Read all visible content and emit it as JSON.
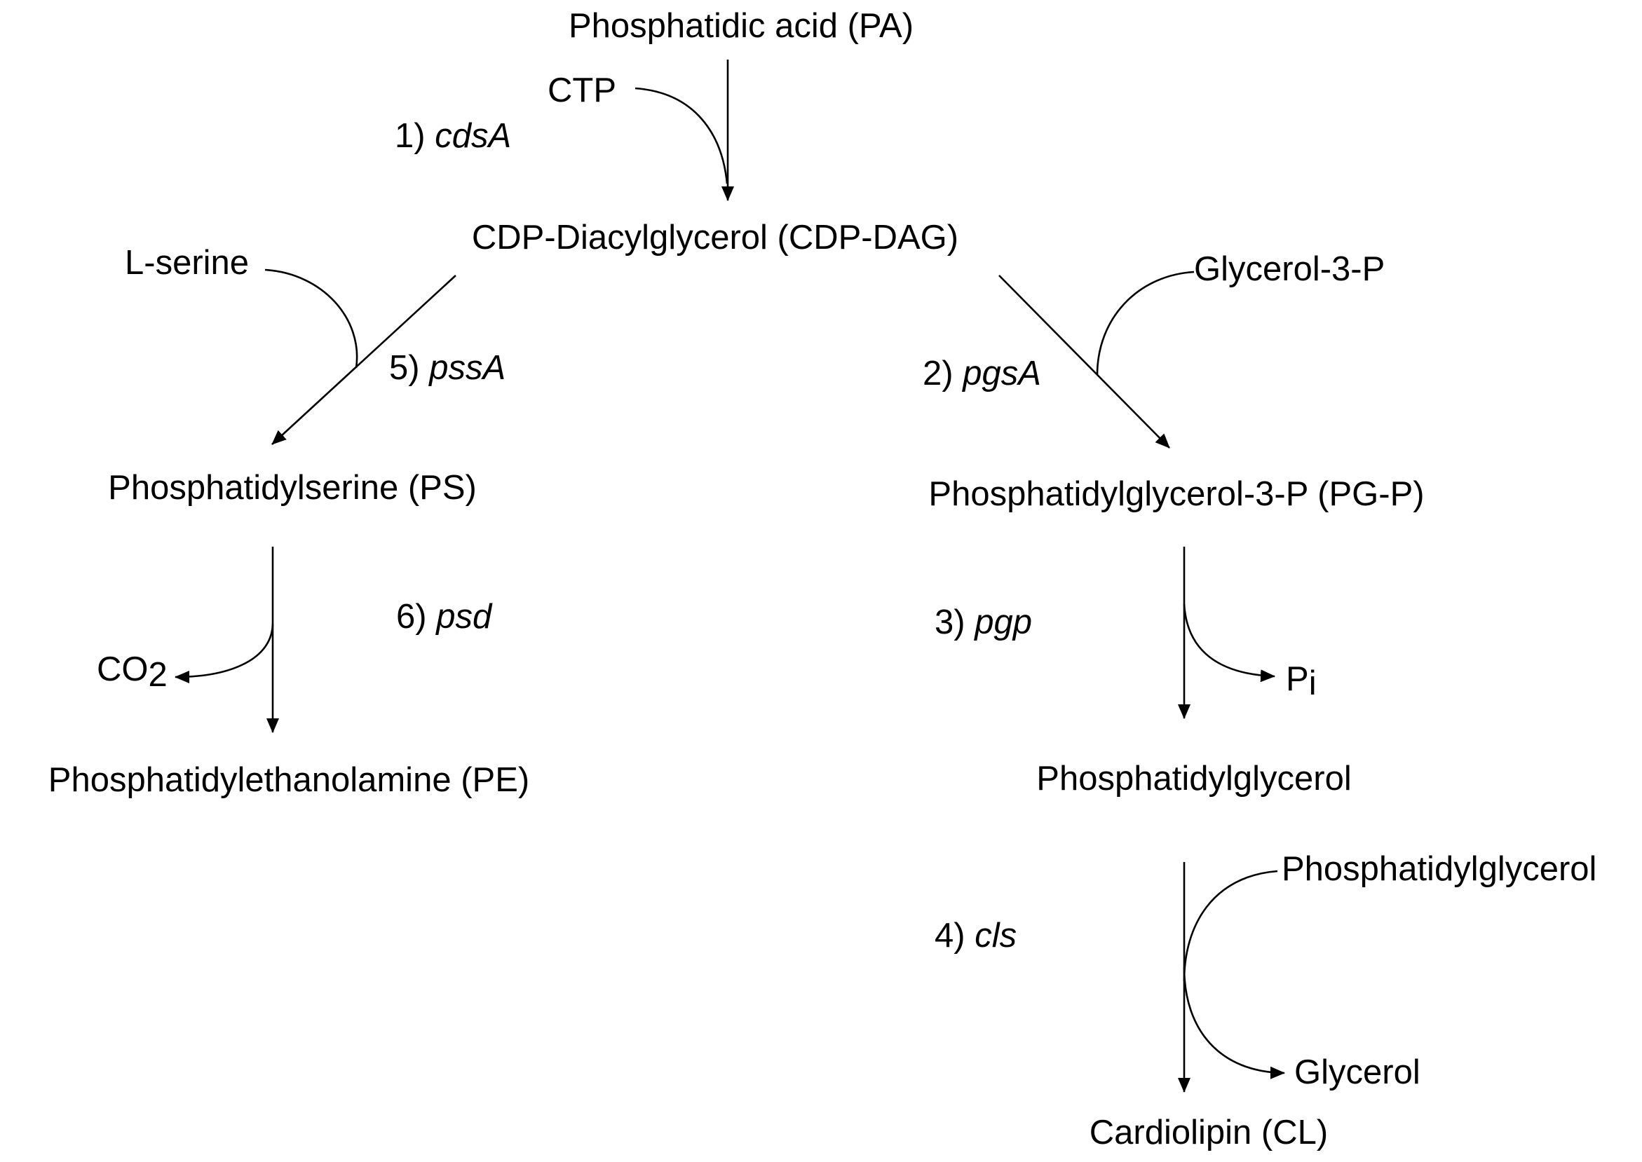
{
  "compounds": {
    "pa": "Phosphatidic acid (PA)",
    "cdp_dag": "CDP-Diacylglycerol (CDP-DAG)",
    "ps": "Phosphatidylserine (PS)",
    "pe": "Phosphatidylethanolamine (PE)",
    "pgp": "Phosphatidylglycerol-3-P (PG-P)",
    "pg": "Phosphatidylglycerol",
    "cl": "Cardiolipin (CL)"
  },
  "cosubstrates": {
    "ctp": "CTP",
    "l_serine": "L-serine",
    "glycerol_3_p": "Glycerol-3-P",
    "co2_main": "CO",
    "co2_sub": "2",
    "pi_main": "P",
    "pi_sub": "i",
    "phosphatidylglycerol": "Phosphatidylglycerol",
    "glycerol": "Glycerol"
  },
  "enzymes": [
    {
      "step": "1) ",
      "gene": "cdsA"
    },
    {
      "step": "2) ",
      "gene": "pgsA"
    },
    {
      "step": "3) ",
      "gene": "pgp"
    },
    {
      "step": "4) ",
      "gene": "cls"
    },
    {
      "step": "5) ",
      "gene": "pssA"
    },
    {
      "step": "6) ",
      "gene": "psd"
    }
  ],
  "colors": {
    "ink": "#000000",
    "background": "#ffffff"
  }
}
